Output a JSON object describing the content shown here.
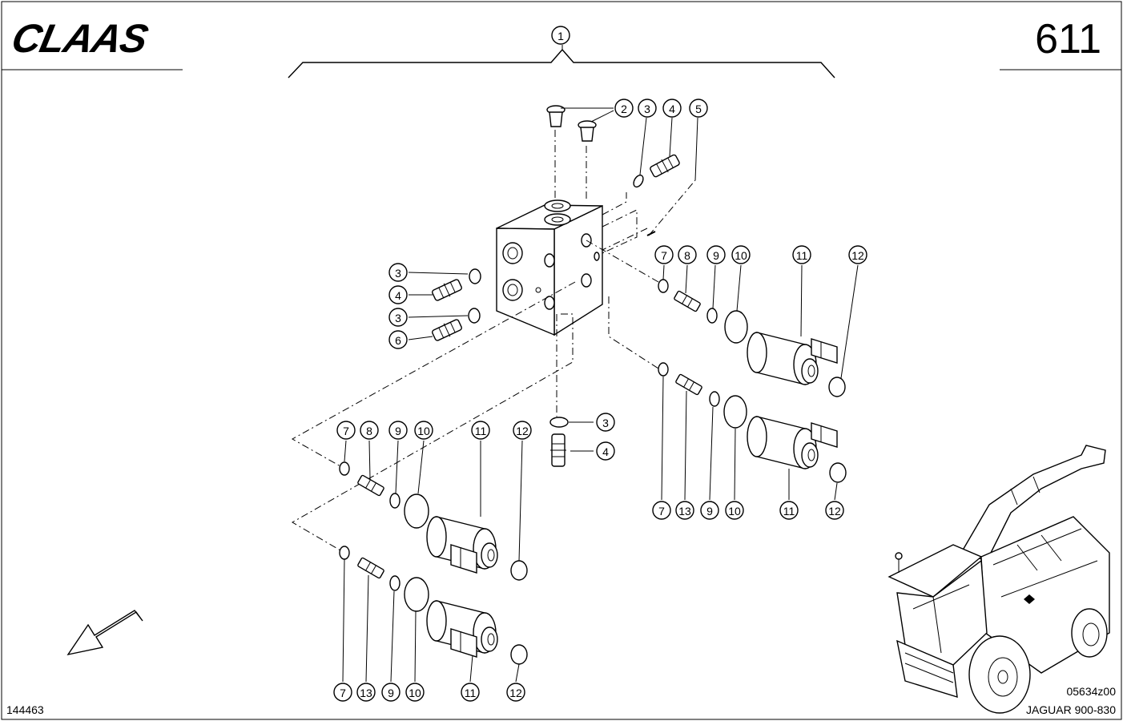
{
  "header": {
    "brand": "CLAAS",
    "page_number": "611"
  },
  "footer": {
    "left_code": "144463",
    "figure_code": "05634z00",
    "model": "JAGUAR 900-830"
  },
  "callouts": [
    {
      "id": "c1",
      "num": "1"
    },
    {
      "id": "c2",
      "num": "2"
    },
    {
      "id": "c3a",
      "num": "3"
    },
    {
      "id": "c4a",
      "num": "4"
    },
    {
      "id": "c5",
      "num": "5"
    },
    {
      "id": "c3b",
      "num": "3"
    },
    {
      "id": "c4b",
      "num": "4"
    },
    {
      "id": "c3c",
      "num": "3"
    },
    {
      "id": "c6",
      "num": "6"
    },
    {
      "id": "c7a",
      "num": "7"
    },
    {
      "id": "c8a",
      "num": "8"
    },
    {
      "id": "c9a",
      "num": "9"
    },
    {
      "id": "c10a",
      "num": "10"
    },
    {
      "id": "c11a",
      "num": "11"
    },
    {
      "id": "c12a",
      "num": "12"
    },
    {
      "id": "c3d",
      "num": "3"
    },
    {
      "id": "c4d",
      "num": "4"
    },
    {
      "id": "c7b",
      "num": "7"
    },
    {
      "id": "c8b",
      "num": "8"
    },
    {
      "id": "c9b",
      "num": "9"
    },
    {
      "id": "c10b",
      "num": "10"
    },
    {
      "id": "c11b",
      "num": "11"
    },
    {
      "id": "c12b",
      "num": "12"
    },
    {
      "id": "c7c",
      "num": "7"
    },
    {
      "id": "c13c",
      "num": "13"
    },
    {
      "id": "c9c",
      "num": "9"
    },
    {
      "id": "c10c",
      "num": "10"
    },
    {
      "id": "c11c",
      "num": "11"
    },
    {
      "id": "c12c",
      "num": "12"
    },
    {
      "id": "c12d",
      "num": "12"
    },
    {
      "id": "c7e",
      "num": "7"
    },
    {
      "id": "c13e",
      "num": "13"
    },
    {
      "id": "c9e",
      "num": "9"
    },
    {
      "id": "c10e",
      "num": "10"
    },
    {
      "id": "c11e",
      "num": "11"
    },
    {
      "id": "c12e",
      "num": "12"
    }
  ]
}
